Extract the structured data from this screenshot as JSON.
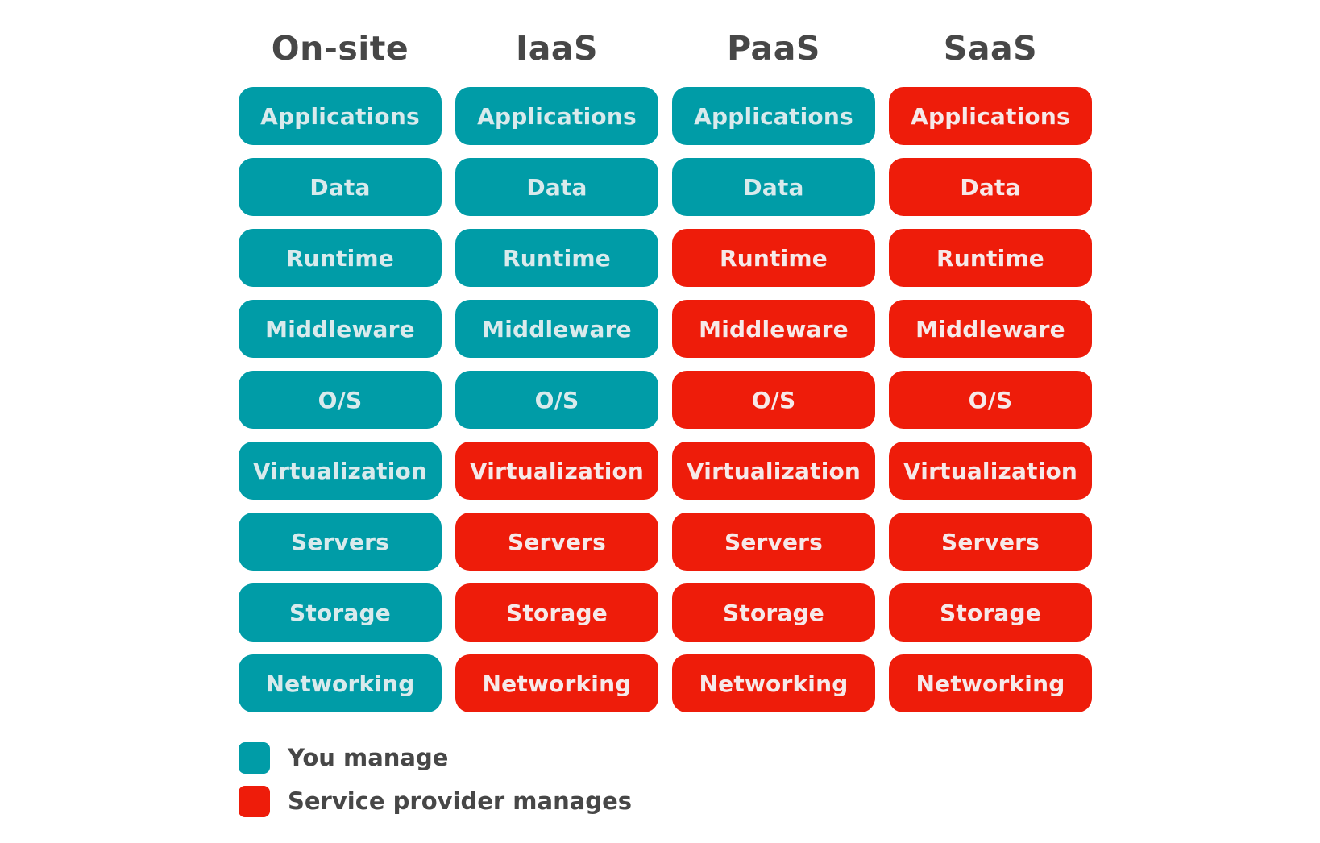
{
  "colors": {
    "you_manage": "#009ca7",
    "provider_manages": "#ee1c0a",
    "you_manage_text": "#d9eaec",
    "provider_text": "#f6e9e9",
    "header_text": "#474747"
  },
  "columns": [
    {
      "header": "On-site",
      "cells": [
        {
          "label": "Applications",
          "owner": "you"
        },
        {
          "label": "Data",
          "owner": "you"
        },
        {
          "label": "Runtime",
          "owner": "you"
        },
        {
          "label": "Middleware",
          "owner": "you"
        },
        {
          "label": "O/S",
          "owner": "you"
        },
        {
          "label": "Virtualization",
          "owner": "you"
        },
        {
          "label": "Servers",
          "owner": "you"
        },
        {
          "label": "Storage",
          "owner": "you"
        },
        {
          "label": "Networking",
          "owner": "you"
        }
      ]
    },
    {
      "header": "IaaS",
      "cells": [
        {
          "label": "Applications",
          "owner": "you"
        },
        {
          "label": "Data",
          "owner": "you"
        },
        {
          "label": "Runtime",
          "owner": "you"
        },
        {
          "label": "Middleware",
          "owner": "you"
        },
        {
          "label": "O/S",
          "owner": "you"
        },
        {
          "label": "Virtualization",
          "owner": "provider"
        },
        {
          "label": "Servers",
          "owner": "provider"
        },
        {
          "label": "Storage",
          "owner": "provider"
        },
        {
          "label": "Networking",
          "owner": "provider"
        }
      ]
    },
    {
      "header": "PaaS",
      "cells": [
        {
          "label": "Applications",
          "owner": "you"
        },
        {
          "label": "Data",
          "owner": "you"
        },
        {
          "label": "Runtime",
          "owner": "provider"
        },
        {
          "label": "Middleware",
          "owner": "provider"
        },
        {
          "label": "O/S",
          "owner": "provider"
        },
        {
          "label": "Virtualization",
          "owner": "provider"
        },
        {
          "label": "Servers",
          "owner": "provider"
        },
        {
          "label": "Storage",
          "owner": "provider"
        },
        {
          "label": "Networking",
          "owner": "provider"
        }
      ]
    },
    {
      "header": "SaaS",
      "cells": [
        {
          "label": "Applications",
          "owner": "provider"
        },
        {
          "label": "Data",
          "owner": "provider"
        },
        {
          "label": "Runtime",
          "owner": "provider"
        },
        {
          "label": "Middleware",
          "owner": "provider"
        },
        {
          "label": "O/S",
          "owner": "provider"
        },
        {
          "label": "Virtualization",
          "owner": "provider"
        },
        {
          "label": "Servers",
          "owner": "provider"
        },
        {
          "label": "Storage",
          "owner": "provider"
        },
        {
          "label": "Networking",
          "owner": "provider"
        }
      ]
    }
  ],
  "legend": {
    "you_manage_label": "You manage",
    "provider_manages_label": "Service provider manages"
  }
}
